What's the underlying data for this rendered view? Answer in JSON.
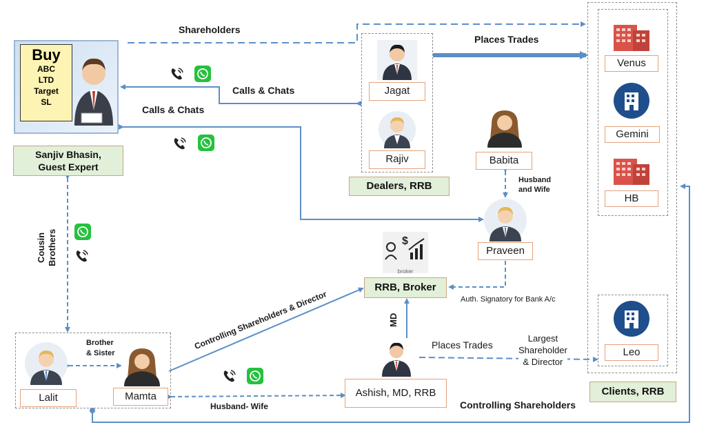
{
  "tv": {
    "buy": "Buy",
    "line1": "ABC",
    "line2": "LTD",
    "line3": "Target",
    "line4": "SL"
  },
  "labels": {
    "sanjiv_line1": "Sanjiv Bhasin,",
    "sanjiv_line2": "Guest Expert",
    "dealers": "Dealers, RRB",
    "jagat": "Jagat",
    "rajiv": "Rajiv",
    "babita": "Babita",
    "praveen": "Praveen",
    "rrb_broker": "RRB, Broker",
    "broker_icon_text": "broker",
    "ashish": "Ashish, MD, RRB",
    "lalit": "Lalit",
    "mamta": "Mamta",
    "venus": "Venus",
    "gemini": "Gemini",
    "hb": "HB",
    "leo": "Leo",
    "clients": "Clients, RRB"
  },
  "edges": {
    "shareholders": "Shareholders",
    "places_trades_top": "Places  Trades",
    "calls_chats_1": "Calls & Chats",
    "calls_chats_2": "Calls & Chats",
    "husband_wife_top_1": "Husband",
    "husband_wife_top_2": "and Wife",
    "cousin_1": "Cousin",
    "cousin_2": "Brothers",
    "auth_signatory": "Auth. Signatory for Bank A/c",
    "controlling_director": "Controlling Shareholders  & Director",
    "md": "MD",
    "brother_sister_1": "Brother",
    "brother_sister_2": "& Sister",
    "places_trades_bottom": "Places Trades",
    "largest_1": "Largest",
    "largest_2": "Shareholder",
    "largest_3": "& Director",
    "husband_wife_bottom": "Husband- Wife",
    "controlling_shareholders": "Controlling Shareholders"
  },
  "colors": {
    "arrow": "#5b8ec7",
    "box_border": "#e2a27a",
    "green_box": "#e2efd9",
    "whatsapp": "#25c13e",
    "building_red": "#d9534a",
    "building_navy": "#1f4e8c"
  }
}
